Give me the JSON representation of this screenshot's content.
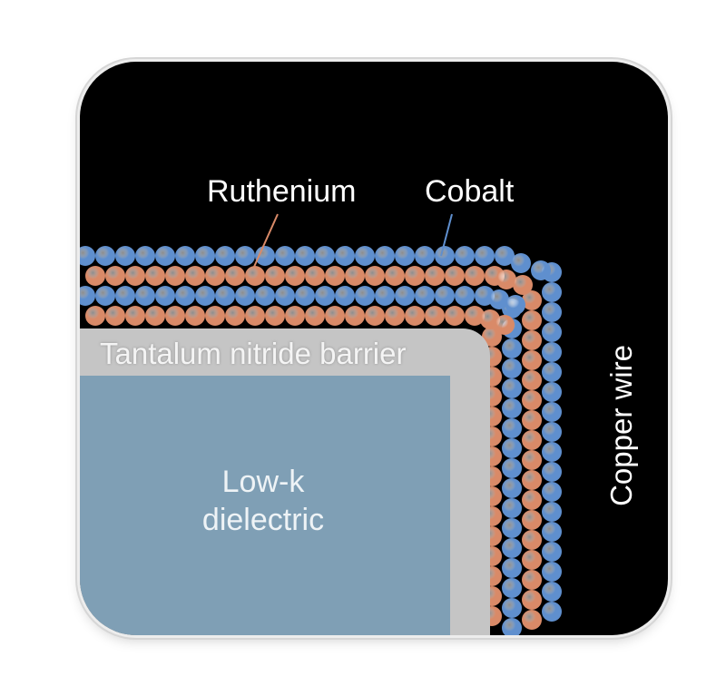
{
  "labels": {
    "ruthenium": "Ruthenium",
    "cobalt": "Cobalt",
    "barrier": "Tantalum nitride barrier",
    "dielectric_line1": "Low-k",
    "dielectric_line2": "dielectric",
    "copper": "Copper wire"
  },
  "colors": {
    "background": "#000000",
    "ruthenium_atom": "#d98a68",
    "cobalt_atom": "#5f8fce",
    "barrier": "#c5c5c5",
    "dielectric": "#7f9fb5",
    "text": "#ffffff"
  }
}
